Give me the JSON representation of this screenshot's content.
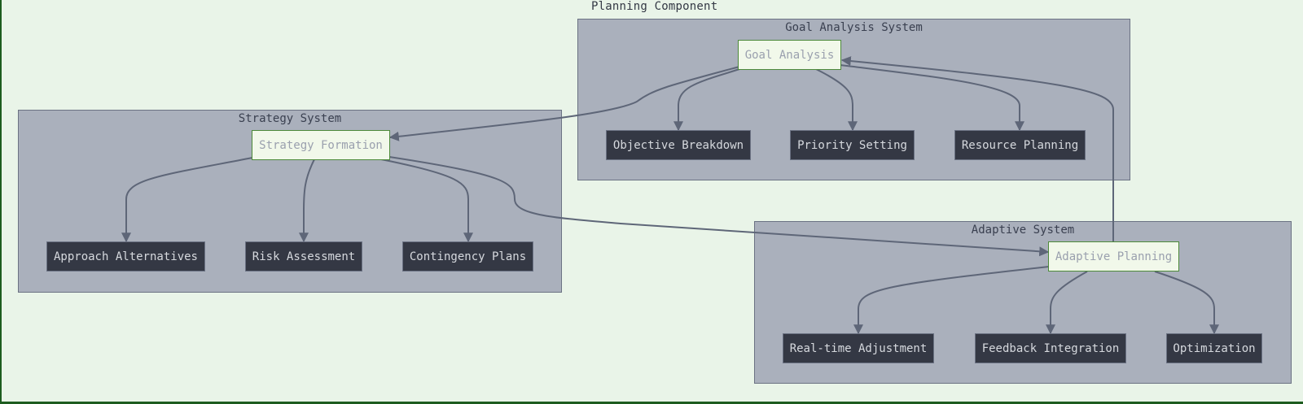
{
  "diagram": {
    "title": "Planning Component",
    "colors": {
      "background": "#e9f4e8",
      "frame_border": "#1d5c1f",
      "cluster_fill": "#aab0bc",
      "cluster_border": "#6b7283",
      "main_node_fill": "#f1f8ea",
      "main_node_border": "#4d8a3a",
      "main_node_text": "#9aa0ae",
      "sub_node_fill": "#343844",
      "sub_node_text": "#d6d9de",
      "edge": "#5e6678"
    },
    "clusters": {
      "goal": {
        "title": "Goal Analysis System",
        "main": "Goal Analysis",
        "children": [
          "Objective Breakdown",
          "Priority Setting",
          "Resource Planning"
        ]
      },
      "strategy": {
        "title": "Strategy System",
        "main": "Strategy Formation",
        "children": [
          "Approach Alternatives",
          "Risk Assessment",
          "Contingency Plans"
        ]
      },
      "adaptive": {
        "title": "Adaptive System",
        "main": "Adaptive Planning",
        "children": [
          "Real-time Adjustment",
          "Feedback Integration",
          "Optimization"
        ]
      }
    },
    "edges": [
      {
        "from": "Goal Analysis",
        "to": "Objective Breakdown"
      },
      {
        "from": "Goal Analysis",
        "to": "Priority Setting"
      },
      {
        "from": "Goal Analysis",
        "to": "Resource Planning"
      },
      {
        "from": "Goal Analysis",
        "to": "Strategy Formation"
      },
      {
        "from": "Strategy Formation",
        "to": "Approach Alternatives"
      },
      {
        "from": "Strategy Formation",
        "to": "Risk Assessment"
      },
      {
        "from": "Strategy Formation",
        "to": "Contingency Plans"
      },
      {
        "from": "Strategy Formation",
        "to": "Adaptive Planning"
      },
      {
        "from": "Adaptive Planning",
        "to": "Real-time Adjustment"
      },
      {
        "from": "Adaptive Planning",
        "to": "Feedback Integration"
      },
      {
        "from": "Adaptive Planning",
        "to": "Optimization"
      },
      {
        "from": "Adaptive Planning",
        "to": "Goal Analysis"
      }
    ]
  }
}
